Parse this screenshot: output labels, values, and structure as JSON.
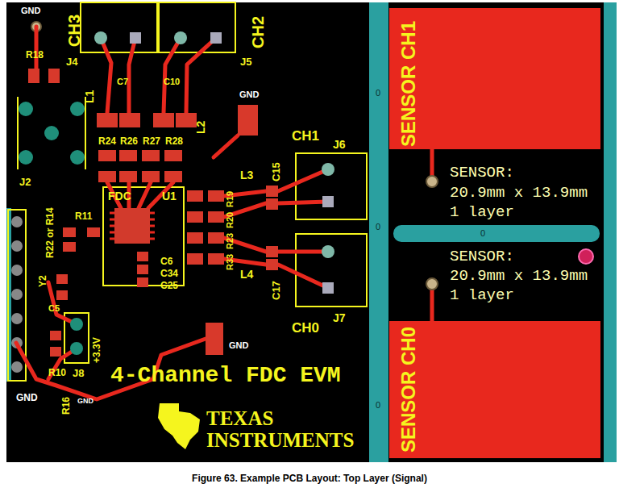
{
  "diagram": {
    "caption": "Figure 63. Example PCB Layout: Top Layer (Signal)",
    "nodes": [
      {
        "text": [
          "SENSOR CH1"
        ]
      },
      {
        "text": [
          "SENSOR CH0"
        ]
      }
    ],
    "labels": [
      "GND",
      "CH3",
      "CH2",
      "J4",
      "J5",
      "R18",
      "L1",
      "C7",
      "C10",
      "L2",
      "GND",
      "R24",
      "R26",
      "R27",
      "R28",
      "J2",
      "CH1",
      "J6",
      "C15",
      "L3",
      "FDC",
      "U1",
      "R19",
      "R20",
      "R23",
      "R33",
      "R22 or R14",
      "R11",
      "Y2",
      "C5",
      "C6",
      "C34",
      "C25",
      "L4",
      "C17",
      "J7",
      "CH0",
      "+3.3V",
      "R10",
      "J8",
      "GND",
      "GND",
      "GND",
      "R16",
      "4-Channel FDC EVM",
      "TEXAS",
      "INSTRUMENTS",
      "SENSOR:",
      "20.9mm x 13.9mm",
      "1 layer",
      "SENSOR:",
      "20.9mm x 13.9mm",
      "1 layer",
      "0",
      "0",
      "0",
      "0"
    ]
  }
}
